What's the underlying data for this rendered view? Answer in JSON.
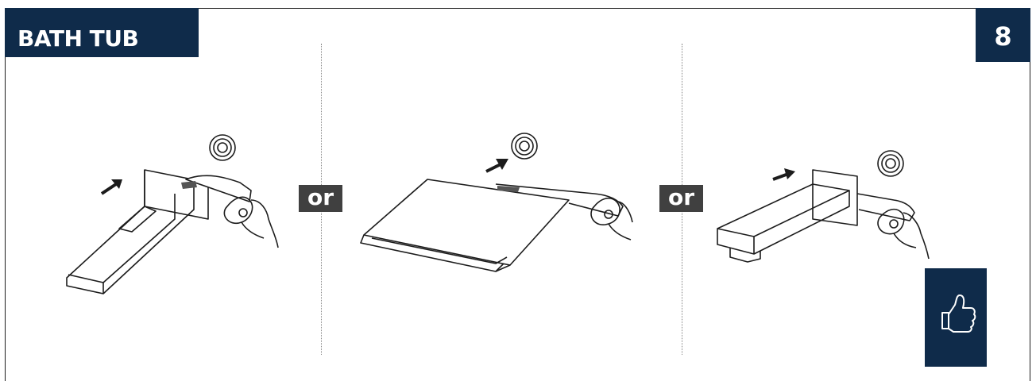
{
  "header": {
    "title": "BATH TUB",
    "step": "8"
  },
  "separators": [
    "or",
    "or"
  ],
  "icons": {
    "spout_1": "waterfall-spout-icon",
    "spout_2": "wide-cascade-spout-icon",
    "spout_3": "square-spout-icon",
    "approval": "thumbs-up-icon"
  },
  "colors": {
    "header_bg": "#0f2b4a",
    "or_bg": "#404040",
    "line": "#1c1c1c"
  }
}
